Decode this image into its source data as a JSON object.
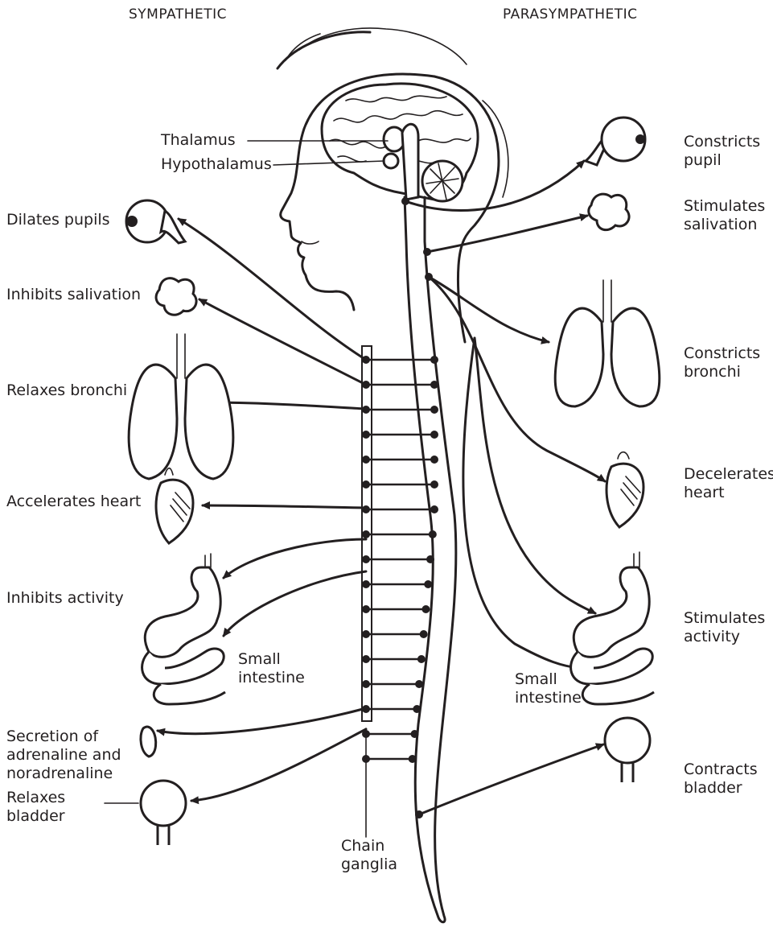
{
  "headers": {
    "left": "SYMPATHETIC",
    "right": "PARASYMPATHETIC"
  },
  "brain_labels": {
    "thalamus": "Thalamus",
    "hypothalamus": "Hypothalamus"
  },
  "sympathetic_labels": {
    "dilates_pupils": "Dilates pupils",
    "inhibits_salivation": "Inhibits salivation",
    "relaxes_bronchi": "Relaxes bronchi",
    "accelerates_heart": "Accelerates heart",
    "inhibits_activity": "Inhibits activity",
    "small_intestine": "Small\nintestine",
    "secretion": "Secretion of\nadrenaline and\nnoradrenaline",
    "relaxes_bladder": "Relaxes\nbladder"
  },
  "parasympathetic_labels": {
    "constricts_pupil": "Constricts\npupil",
    "stimulates_salivation": "Stimulates\nsalivation",
    "constricts_bronchi": "Constricts\nbronchi",
    "decelerates_heart": "Decelerates\nheart",
    "stimulates_activity": "Stimulates\nactivity",
    "small_intestine": "Small\nintestine",
    "contracts_bladder": "Contracts\nbladder"
  },
  "chain_label": "Chain\nganglia",
  "colors": {
    "ink": "#231f20",
    "background": "#ffffff"
  }
}
